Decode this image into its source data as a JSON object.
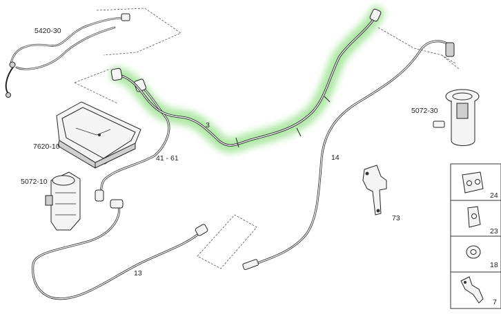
{
  "highlight_color": "#7fdc6f",
  "labels": {
    "p5420": "5420-30",
    "p7620": "7620-10",
    "p5072_10": "5072-10",
    "p4161": "41 - 61",
    "p3": "3",
    "p13": "13",
    "p14": "14",
    "p5072_30": "5072-30",
    "p73": "73"
  },
  "legend": [
    {
      "num": "24",
      "icon": "double-clip-icon"
    },
    {
      "num": "23",
      "icon": "single-clip-icon"
    },
    {
      "num": "18",
      "icon": "washer-icon"
    },
    {
      "num": "7",
      "icon": "bracket-icon"
    }
  ]
}
